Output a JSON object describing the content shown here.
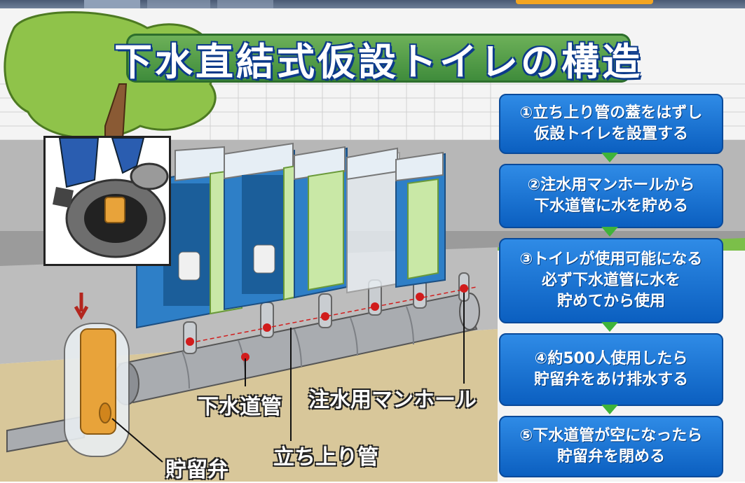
{
  "title": "下水直結式仮設トイレの構造",
  "steps": [
    {
      "lines": [
        "①立ち上り管の蓋をはずし",
        "仮設トイレを設置する"
      ]
    },
    {
      "lines": [
        "②注水用マンホールから",
        "下水道管に水を貯める"
      ]
    },
    {
      "lines": [
        "③トイレが使用可能になる",
        "必ず下水道管に水を",
        "貯めてから使用"
      ]
    },
    {
      "lines": [
        "④約500人使用したら",
        "貯留弁をあけ排水する"
      ]
    },
    {
      "lines": [
        "⑤下水道管が空になったら",
        "貯留弁を閉める"
      ]
    }
  ],
  "labels": {
    "sewer_pipe": "下水道管",
    "water_manhole": "注水用マンホール",
    "riser_pipe": "立ち上り管",
    "storage_valve": "貯留弁"
  },
  "colors": {
    "banner_green": "#3d8a3a",
    "step_blue": "#0b5fc0",
    "arrow_green": "#3fb33a",
    "pipe_gray": "#a9acb0",
    "valve_orange": "#e8a33a",
    "toilet_blue": "#2e7fc7",
    "door_green": "#c9e8a6",
    "marker_red": "#d11c1c"
  }
}
